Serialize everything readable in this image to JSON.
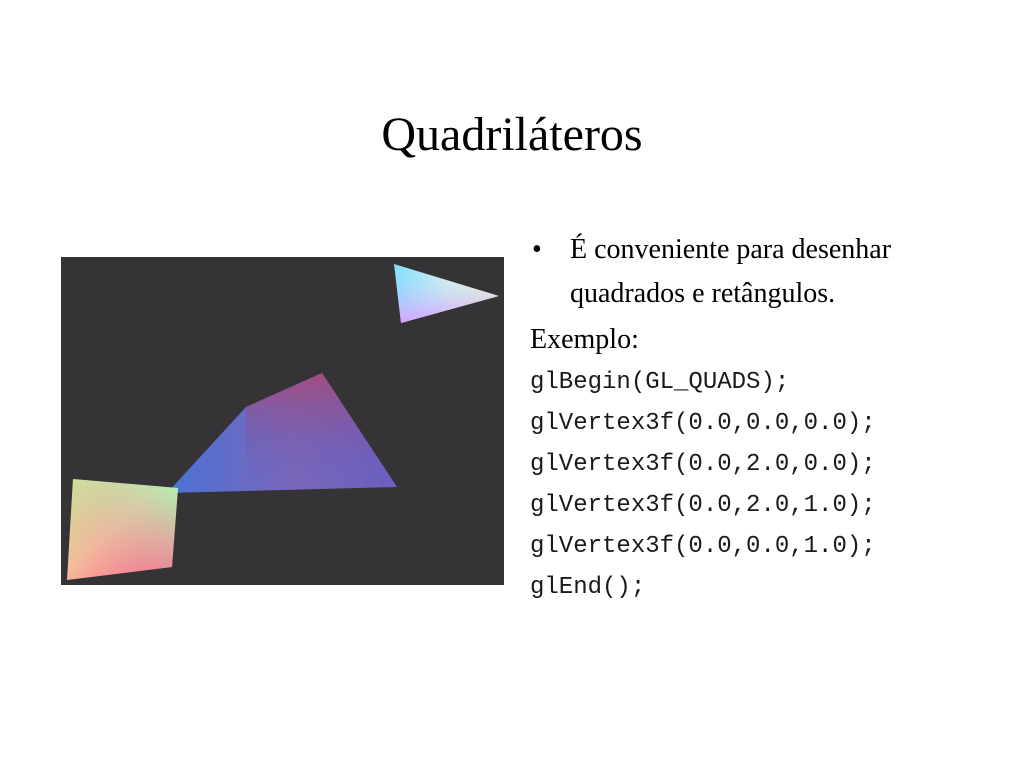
{
  "slide": {
    "title": "Quadriláteros",
    "bullet_marker": "•",
    "bullet_text_line1": "É conveniente para desenhar",
    "bullet_text_line2": "quadrados e retângulos.",
    "example_label": "Exemplo:",
    "code_lines": [
      "glBegin(GL_QUADS);",
      "glVertex3f(0.0,0.0,0.0);",
      "glVertex3f(0.0,2.0,0.0);",
      "glVertex3f(0.0,2.0,1.0);",
      "glVertex3f(0.0,0.0,1.0);",
      "glEnd();"
    ]
  },
  "colors": {
    "render_background": "#353336",
    "text": "#000000"
  }
}
